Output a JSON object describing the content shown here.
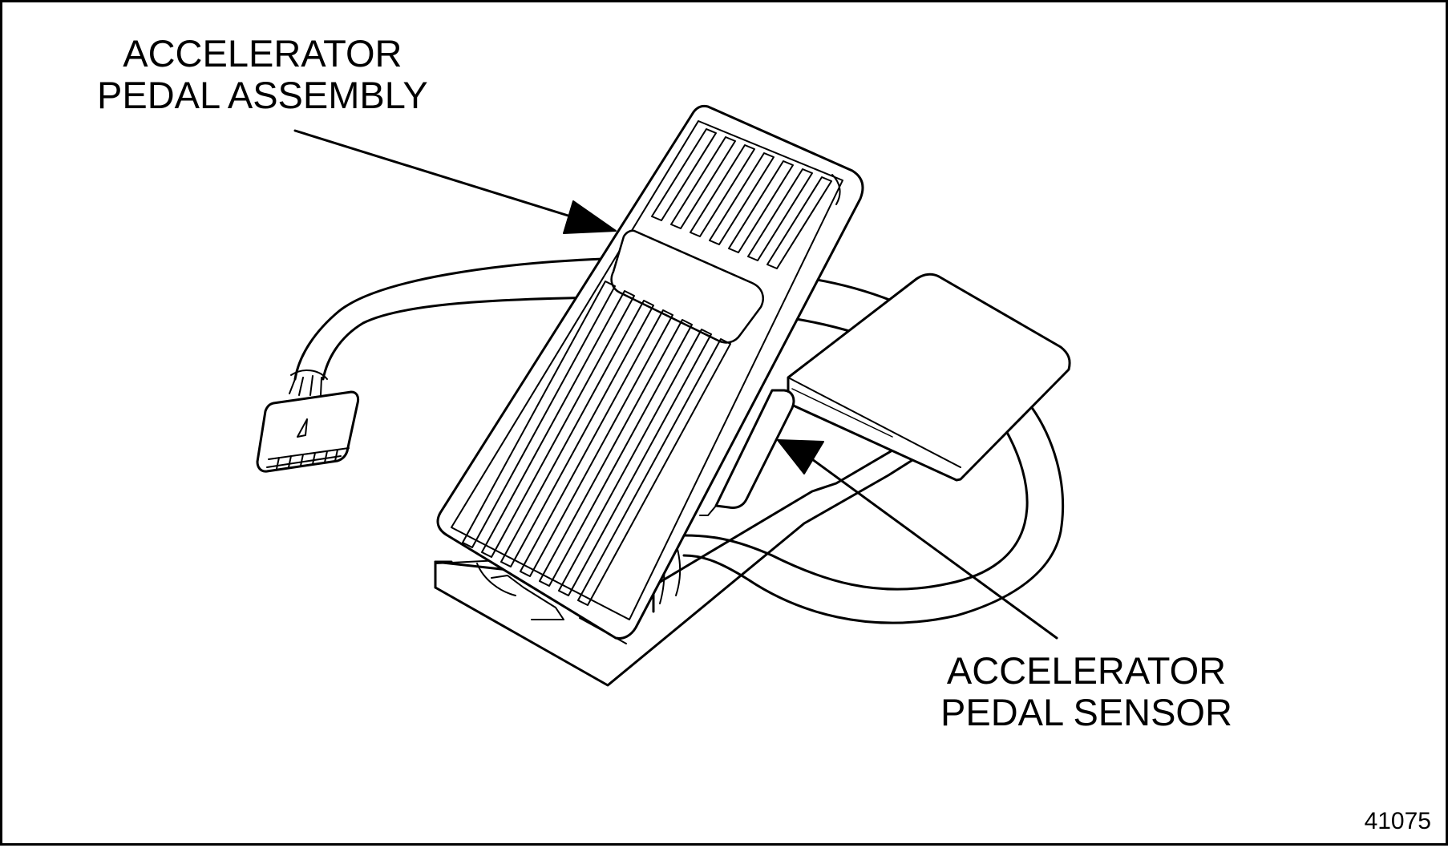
{
  "labels": {
    "assembly": {
      "line1": "ACCELERATOR",
      "line2": "PEDAL ASSEMBLY"
    },
    "sensor": {
      "line1": "ACCELERATOR",
      "line2": "PEDAL SENSOR"
    }
  },
  "figure_number": "41075",
  "colors": {
    "ink": "#000000",
    "paper": "#ffffff"
  }
}
